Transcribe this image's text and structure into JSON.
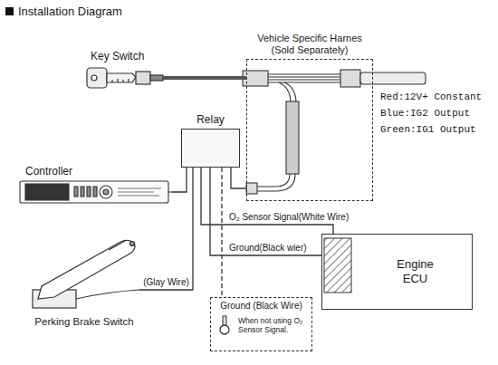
{
  "diagram": {
    "title": "Installation Diagram",
    "nodes": [
      {
        "text": [
          "Key Switch"
        ]
      },
      {
        "text": [
          "Vehicle Specific Harnes (Sold Separately)"
        ]
      },
      {
        "text": [
          "Relay"
        ]
      },
      {
        "text": [
          "Controller"
        ]
      },
      {
        "text": [
          "Engine ECU"
        ]
      },
      {
        "text": [
          "Perking Brake Switch"
        ]
      },
      {
        "text": [
          "Ground (Black Wire)",
          "When not using O₂ Sensor Signal."
        ]
      }
    ],
    "edges": [
      {
        "from": 0,
        "to": 1,
        "arrow": "none"
      },
      {
        "from": 2,
        "to": 1,
        "arrow": "none"
      },
      {
        "from": 2,
        "to": 3,
        "arrow": "none"
      },
      {
        "from": 2,
        "to": 4,
        "label": "O₂ Sensor Signal(White Wire)",
        "arrow": "none"
      },
      {
        "from": 2,
        "to": 4,
        "label": "Ground(Black wier)",
        "arrow": "none"
      },
      {
        "from": 2,
        "to": 5,
        "label": "(Glay Wire)",
        "arrow": "none"
      },
      {
        "from": 2,
        "to": 6,
        "arrow": "none"
      }
    ],
    "labels": [
      "Red:12V+ Constant",
      "Blue:IG2 Output",
      "Green:IG1 Output"
    ]
  }
}
